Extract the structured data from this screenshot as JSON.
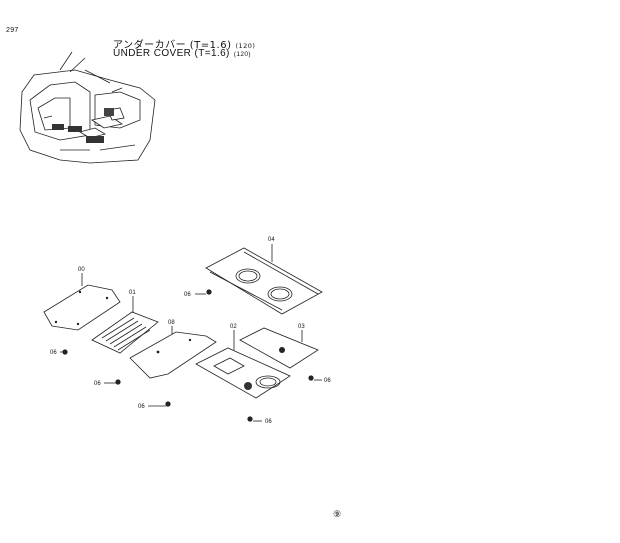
{
  "page": {
    "number": "297"
  },
  "title": {
    "japanese": "アンダーカバー (T=1.6)",
    "english": "UNDER COVER (T=1.6)",
    "code": "(120)"
  },
  "parts": [
    {
      "no": "00"
    },
    {
      "no": "01"
    },
    {
      "no": "02"
    },
    {
      "no": "03"
    },
    {
      "no": "04"
    },
    {
      "no": "06"
    },
    {
      "no": "08"
    }
  ],
  "callouts": {
    "c00": "00",
    "c01": "01",
    "c02": "02",
    "c03": "03",
    "c04": "04",
    "c08": "08",
    "b1": "06",
    "b2": "06",
    "b3": "06",
    "b4": "06",
    "b5": "06",
    "b6": "06"
  },
  "footer": {
    "mark": "⑨"
  }
}
